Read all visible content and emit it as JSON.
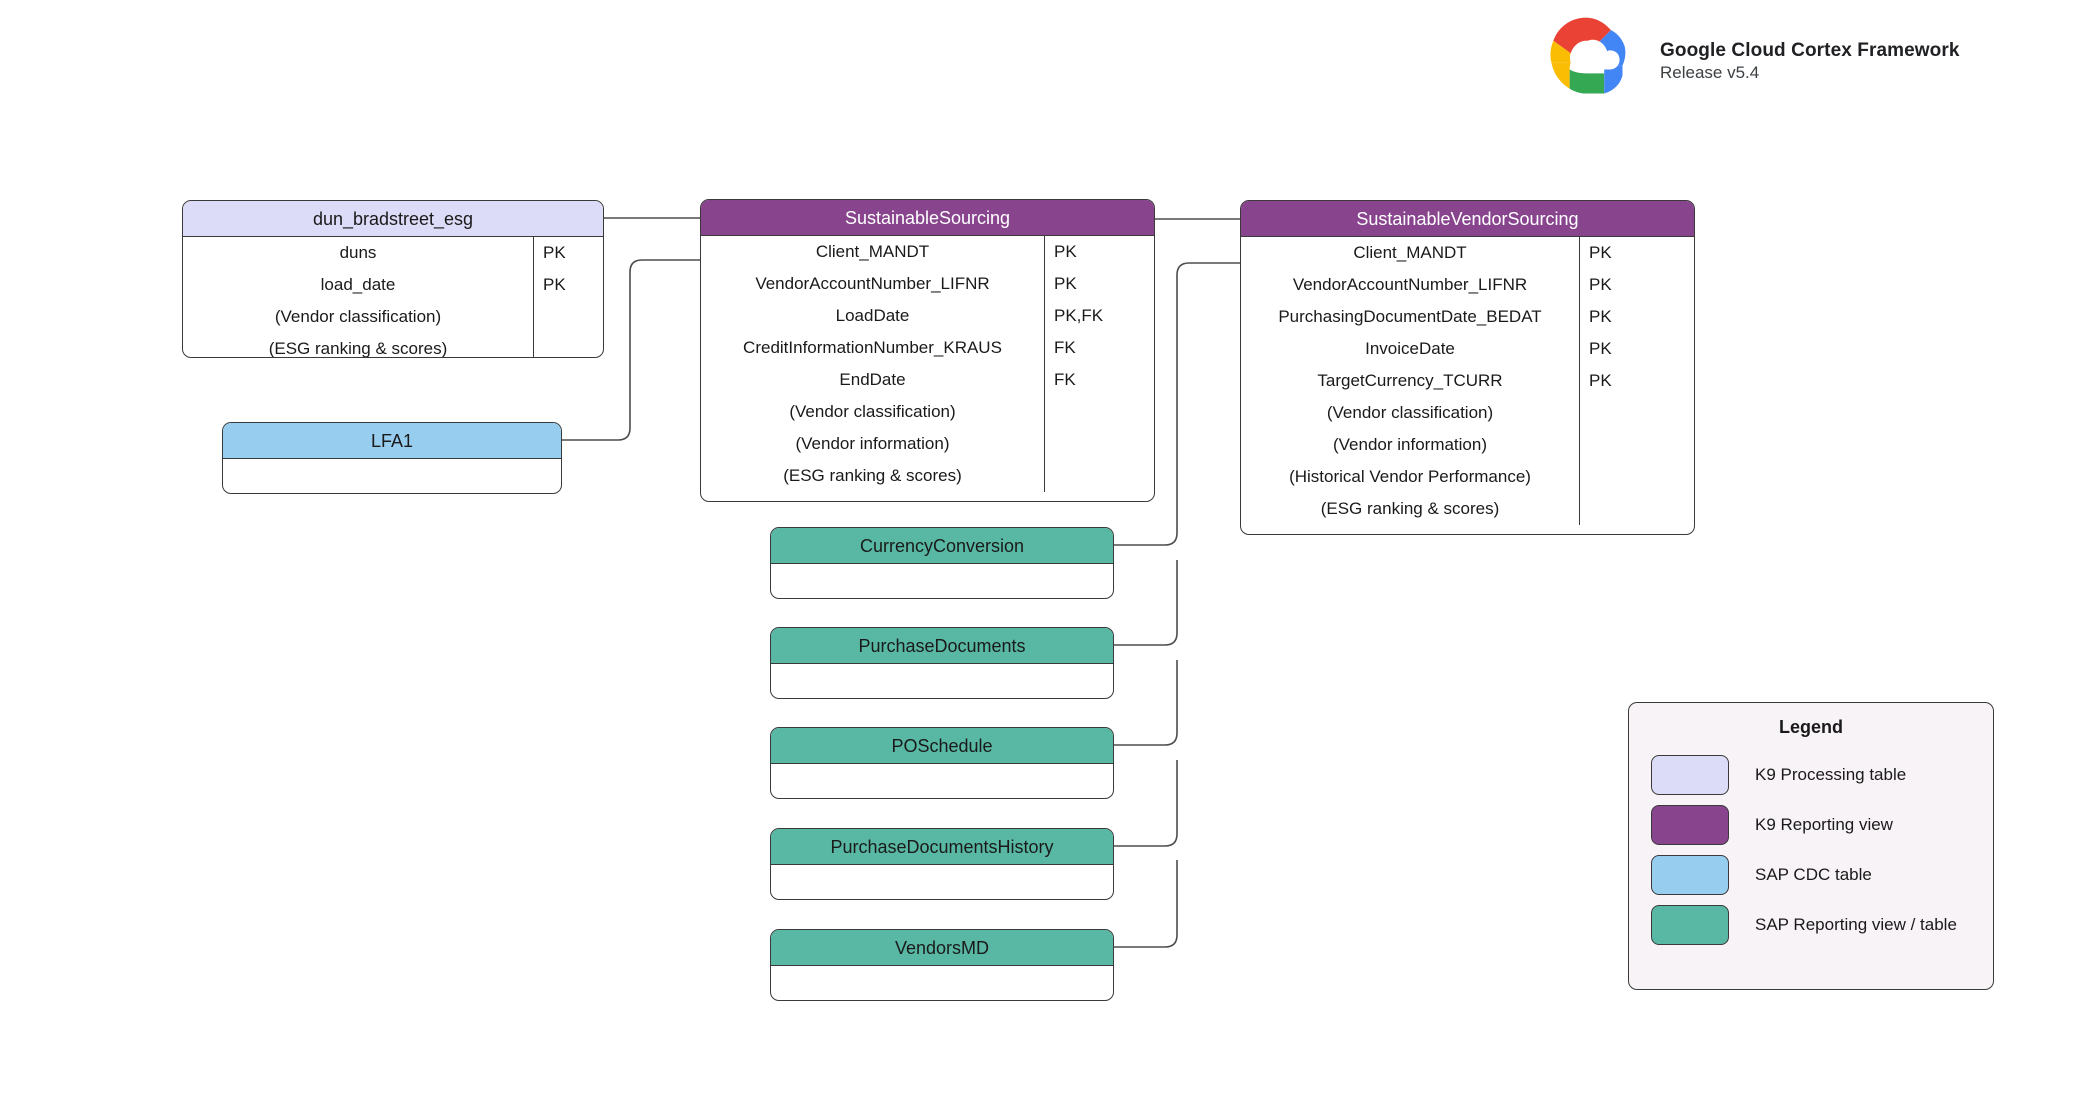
{
  "brand": {
    "logo_icon": "google-cloud-logo",
    "title": "Google Cloud Cortex Framework",
    "release": "Release v5.4"
  },
  "diagram": {
    "type": "entity-relationship",
    "entities": [
      {
        "id": "dun_bradstreet_esg",
        "name": "dun_bradstreet_esg",
        "category": "K9 Processing table",
        "color": "#dcdcf8",
        "fields": [
          {
            "name": "duns",
            "key": "PK"
          },
          {
            "name": "load_date",
            "key": "PK"
          },
          {
            "name": "(Vendor classification)",
            "key": ""
          },
          {
            "name": "(ESG ranking & scores)",
            "key": ""
          }
        ]
      },
      {
        "id": "SustainableSourcing",
        "name": "SustainableSourcing",
        "category": "K9 Reporting view",
        "color": "#88458e",
        "fields": [
          {
            "name": "Client_MANDT",
            "key": "PK"
          },
          {
            "name": "VendorAccountNumber_LIFNR",
            "key": "PK"
          },
          {
            "name": "LoadDate",
            "key": "PK,FK"
          },
          {
            "name": "CreditInformationNumber_KRAUS",
            "key": "FK"
          },
          {
            "name": "EndDate",
            "key": "FK"
          },
          {
            "name": "(Vendor classification)",
            "key": ""
          },
          {
            "name": "(Vendor information)",
            "key": ""
          },
          {
            "name": "(ESG ranking & scores)",
            "key": ""
          }
        ]
      },
      {
        "id": "SustainableVendorSourcing",
        "name": "SustainableVendorSourcing",
        "category": "K9 Reporting view",
        "color": "#88458e",
        "fields": [
          {
            "name": "Client_MANDT",
            "key": "PK"
          },
          {
            "name": "VendorAccountNumber_LIFNR",
            "key": "PK"
          },
          {
            "name": "PurchasingDocumentDate_BEDAT",
            "key": "PK"
          },
          {
            "name": "InvoiceDate",
            "key": "PK"
          },
          {
            "name": "TargetCurrency_TCURR",
            "key": "PK"
          },
          {
            "name": "(Vendor classification)",
            "key": ""
          },
          {
            "name": "(Vendor information)",
            "key": ""
          },
          {
            "name": "(Historical Vendor Performance)",
            "key": ""
          },
          {
            "name": "(ESG ranking & scores)",
            "key": ""
          }
        ]
      },
      {
        "id": "LFA1",
        "name": "LFA1",
        "category": "SAP CDC table",
        "color": "#97cef0",
        "fields": []
      },
      {
        "id": "CurrencyConversion",
        "name": "CurrencyConversion",
        "category": "SAP Reporting view / table",
        "color": "#59b8a4",
        "fields": []
      },
      {
        "id": "PurchaseDocuments",
        "name": "PurchaseDocuments",
        "category": "SAP Reporting view / table",
        "color": "#59b8a4",
        "fields": []
      },
      {
        "id": "POSchedule",
        "name": "POSchedule",
        "category": "SAP Reporting view / table",
        "color": "#59b8a4",
        "fields": []
      },
      {
        "id": "PurchaseDocumentsHistory",
        "name": "PurchaseDocumentsHistory",
        "category": "SAP Reporting view / table",
        "color": "#59b8a4",
        "fields": []
      },
      {
        "id": "VendorsMD",
        "name": "VendorsMD",
        "category": "SAP Reporting view / table",
        "color": "#59b8a4",
        "fields": []
      }
    ],
    "relationships": [
      {
        "from": "dun_bradstreet_esg",
        "to": "SustainableSourcing"
      },
      {
        "from": "LFA1",
        "to": "SustainableSourcing"
      },
      {
        "from": "SustainableSourcing",
        "to": "SustainableVendorSourcing"
      },
      {
        "from": "CurrencyConversion",
        "to": "SustainableVendorSourcing"
      },
      {
        "from": "PurchaseDocuments",
        "to": "SustainableVendorSourcing"
      },
      {
        "from": "POSchedule",
        "to": "SustainableVendorSourcing"
      },
      {
        "from": "PurchaseDocumentsHistory",
        "to": "SustainableVendorSourcing"
      },
      {
        "from": "VendorsMD",
        "to": "SustainableVendorSourcing"
      }
    ]
  },
  "legend": {
    "title": "Legend",
    "items": [
      {
        "label": "K9 Processing table",
        "color": "#dcdcf8"
      },
      {
        "label": "K9 Reporting view",
        "color": "#88458e"
      },
      {
        "label": "SAP CDC table",
        "color": "#97cef0"
      },
      {
        "label": "SAP Reporting view / table",
        "color": "#59b8a4"
      }
    ]
  }
}
